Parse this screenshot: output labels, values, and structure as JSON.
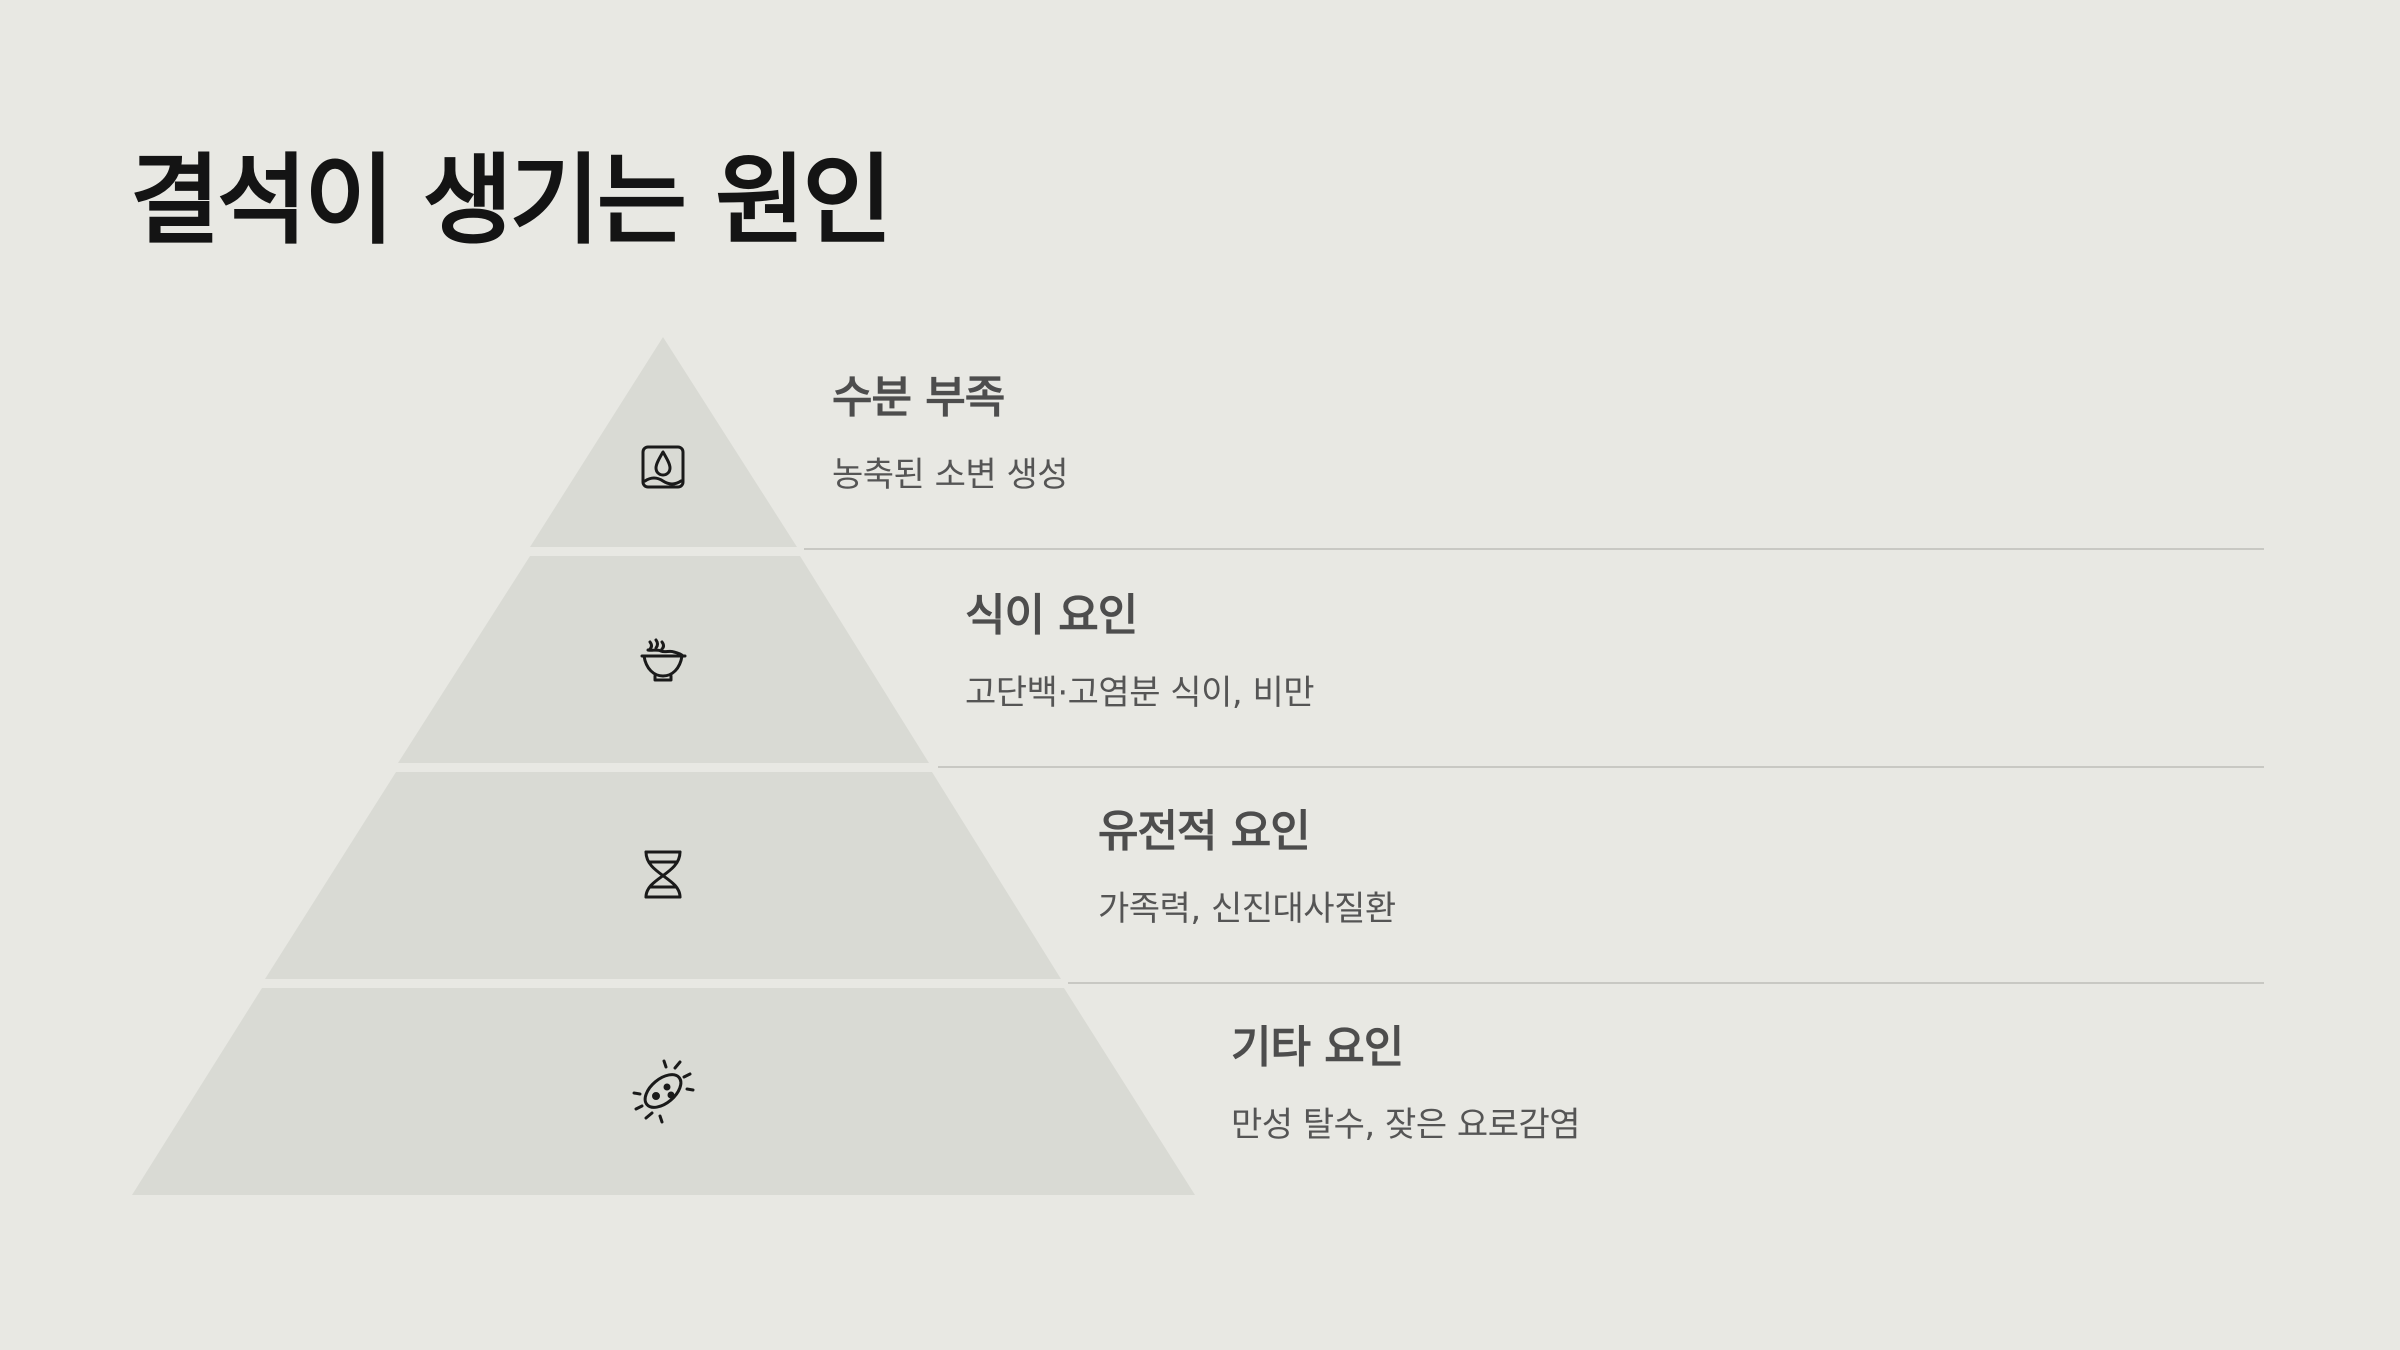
{
  "page": {
    "title": "결석이 생기는 원인",
    "background": "#e8e8e3"
  },
  "colors": {
    "pyramid_fill": "#d9dad4",
    "divider": "#c8c8c3",
    "heading": "#4d4d4d",
    "description": "#555555",
    "icon": "#1a1a1a"
  },
  "tiers": [
    {
      "heading": "수분 부족",
      "description": "농축된 소변 생성",
      "icon": "water-drop-icon"
    },
    {
      "heading": "식이 요인",
      "description": "고단백·고염분 식이, 비만",
      "icon": "steaming-bowl-icon"
    },
    {
      "heading": "유전적 요인",
      "description": "가족력, 신진대사질환",
      "icon": "dna-icon"
    },
    {
      "heading": "기타 요인",
      "description": "만성 탈수, 잦은 요로감염",
      "icon": "bacteria-icon"
    }
  ]
}
